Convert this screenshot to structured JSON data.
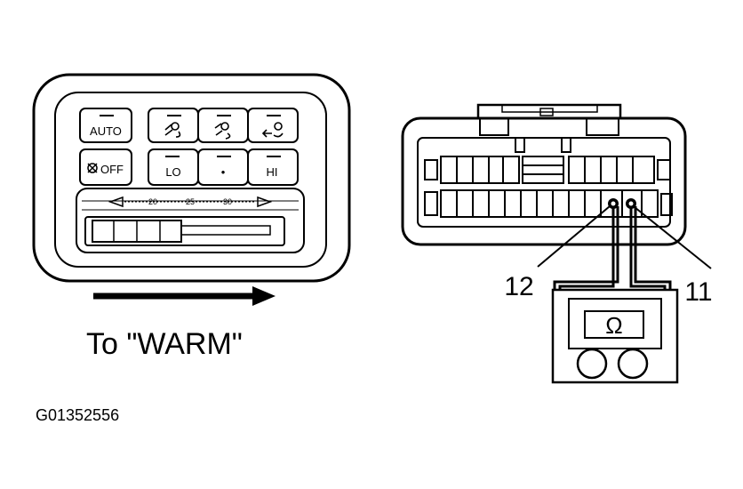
{
  "control_panel": {
    "auto_label": "AUTO",
    "off_label": "OFF",
    "lo_label": "LO",
    "dot_label": "•",
    "hi_label": "HI",
    "temp_scale": [
      "20",
      "25",
      "30"
    ]
  },
  "direction_text": "To \"WARM\"",
  "connector": {
    "pin_left": "12",
    "pin_right": "11"
  },
  "meter": {
    "symbol": "Ω"
  },
  "figure_code": "G01352556"
}
